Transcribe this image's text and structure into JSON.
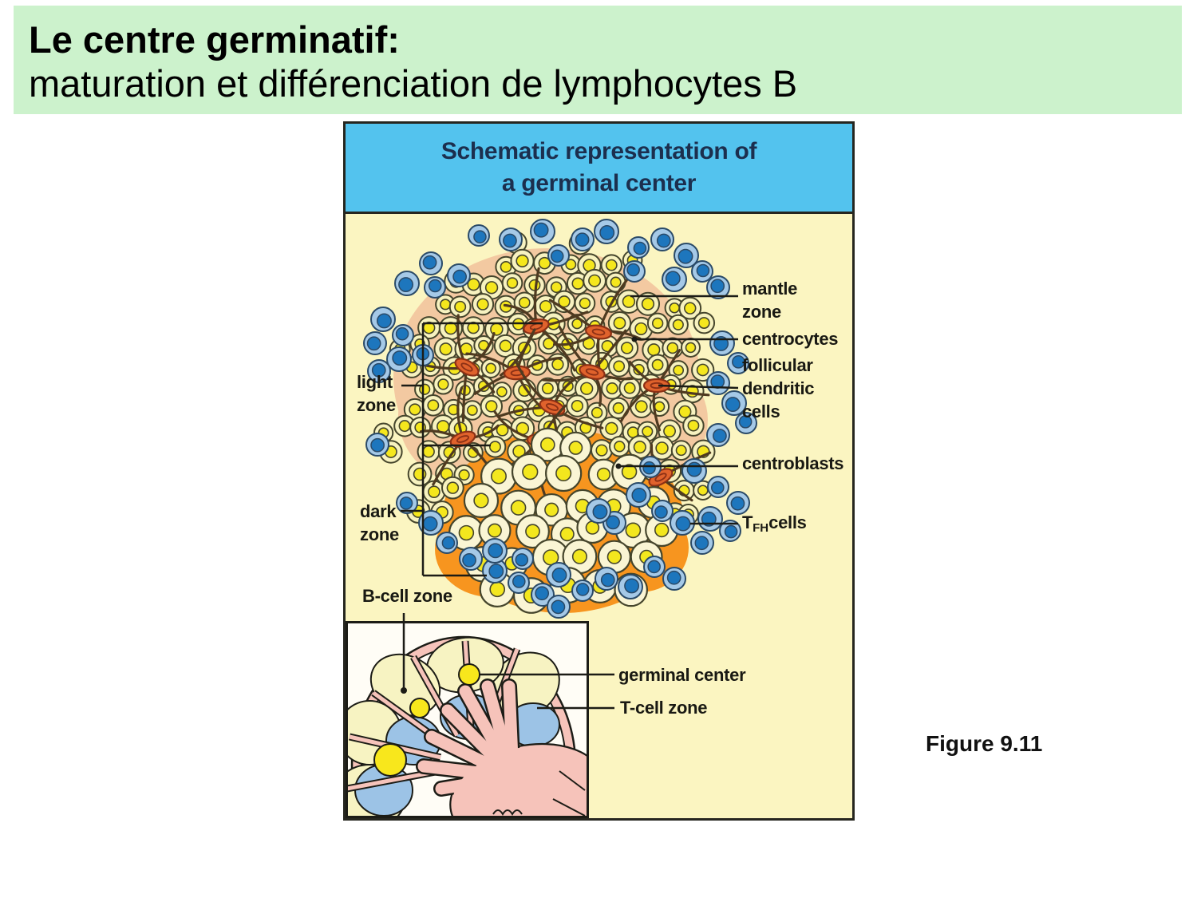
{
  "slide": {
    "header": {
      "line1": "Le centre germinatif:",
      "line2": "maturation et différenciation de lymphocytes B"
    },
    "caption": "Figure 9.11"
  },
  "figure": {
    "title": {
      "line1": "Schematic representation of",
      "line2": "a germinal center"
    },
    "labels": {
      "mantle_zone": "mantle\nzone",
      "centrocytes": "centrocytes",
      "follicular_dendritic_cells": "follicular\ndendritic\ncells",
      "centroblasts": "centroblasts",
      "tfh": {
        "t": "T",
        "sub": "FH",
        "rest": "cells"
      },
      "light_zone": "light\nzone",
      "dark_zone": "dark\nzone",
      "b_cell_zone": "B-cell zone",
      "germinal_center": "germinal center",
      "t_cell_zone": "T-cell zone"
    },
    "colors": {
      "header_green": "#ccf2cc",
      "title_blue": "#53c3ee",
      "title_text": "#1c2f4e",
      "panel_yellow": "#fbf5c1",
      "panel_border": "#26261f",
      "light_zone": "#f3c9a1",
      "dark_zone": "#f7951f",
      "cell_body": "#f7f2c0",
      "cell_nucleus": "#f5e71d",
      "cell_outline": "#45452c",
      "blast_body": "#faf5d4",
      "blast_nucleus": "#f3e71e",
      "blue_body": "#a5c9e7",
      "blue_nucleus": "#1d76bd",
      "blue_outline": "#2a4a68",
      "fdc_body": "#e0622c",
      "fdc_outline": "#8c3015",
      "dendrite": "#4f3a20",
      "line": "#1c1c16",
      "inset_bg": "#fffdf6",
      "follicle": "#f7f3c2",
      "tzone_blue": "#9cc3e6",
      "medulla": "#f6c3ba",
      "gc_yellow": "#f8e71c",
      "label_text": "#191913",
      "caption_text": "#111111"
    }
  }
}
